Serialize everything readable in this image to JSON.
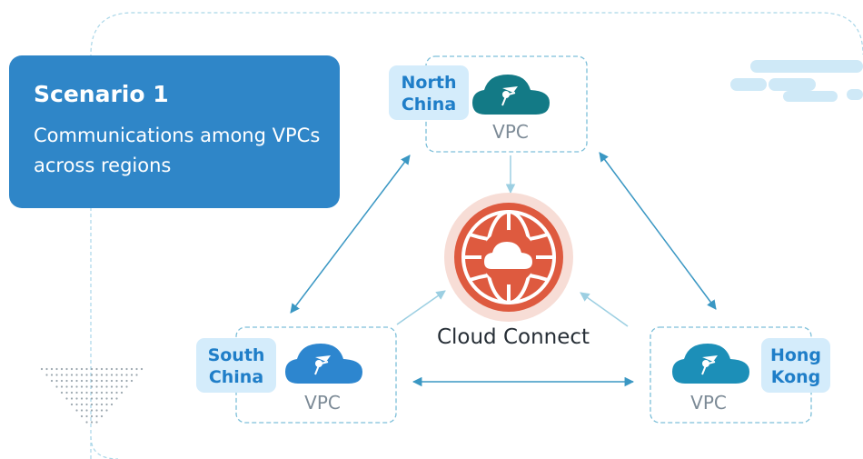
{
  "scenario": {
    "title": "Scenario 1",
    "description": "Communications among VPCs across regions"
  },
  "center": {
    "label": "Cloud Connect",
    "icon": "cloud-connect-icon"
  },
  "regions": [
    {
      "name_line1": "North",
      "name_line2": "China",
      "vpc_label": "VPC",
      "icon": "vpc-cloud-icon"
    },
    {
      "name_line1": "South",
      "name_line2": "China",
      "vpc_label": "VPC",
      "icon": "vpc-cloud-icon"
    },
    {
      "name_line1": "Hong",
      "name_line2": "Kong",
      "vpc_label": "VPC",
      "icon": "vpc-cloud-icon"
    }
  ],
  "colors": {
    "scenario_card": "#2f86c8",
    "region_tag_bg": "#d4ecfb",
    "region_tag_text": "#1f7ec8",
    "vpc_north": "#137a86",
    "vpc_south": "#2d86cf",
    "vpc_hongkong": "#1c8fb8",
    "cloud_connect_fill": "#de5a3f",
    "cloud_connect_halo": "#f7ddd6",
    "connector": "#3a97c3",
    "dashed_border": "#7dbfd9"
  }
}
